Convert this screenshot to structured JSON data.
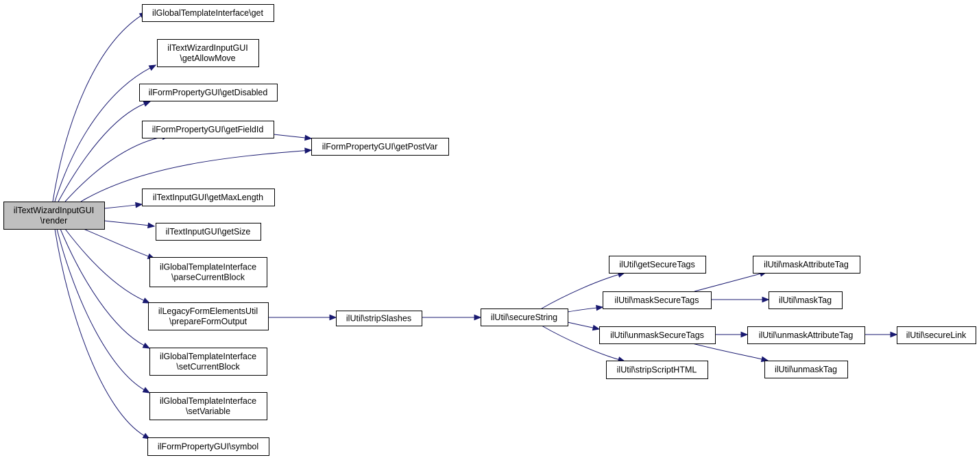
{
  "nodes": [
    {
      "id": "render",
      "lines": [
        "ilTextWizardInputGUI",
        "\\render"
      ],
      "root": true
    },
    {
      "id": "gti_get",
      "lines": [
        "ilGlobalTemplateInterface\\get"
      ]
    },
    {
      "id": "getAllowMove",
      "lines": [
        "ilTextWizardInputGUI",
        "\\getAllowMove"
      ]
    },
    {
      "id": "getDisabled",
      "lines": [
        "ilFormPropertyGUI\\getDisabled"
      ]
    },
    {
      "id": "getFieldId",
      "lines": [
        "ilFormPropertyGUI\\getFieldId"
      ]
    },
    {
      "id": "getPostVar",
      "lines": [
        "ilFormPropertyGUI\\getPostVar"
      ]
    },
    {
      "id": "getMaxLength",
      "lines": [
        "ilTextInputGUI\\getMaxLength"
      ]
    },
    {
      "id": "getSize",
      "lines": [
        "ilTextInputGUI\\getSize"
      ]
    },
    {
      "id": "parseCurrentBlock",
      "lines": [
        "ilGlobalTemplateInterface",
        "\\parseCurrentBlock"
      ]
    },
    {
      "id": "prepareFormOutput",
      "lines": [
        "ilLegacyFormElementsUtil",
        "\\prepareFormOutput"
      ]
    },
    {
      "id": "setCurrentBlock",
      "lines": [
        "ilGlobalTemplateInterface",
        "\\setCurrentBlock"
      ]
    },
    {
      "id": "setVariable",
      "lines": [
        "ilGlobalTemplateInterface",
        "\\setVariable"
      ]
    },
    {
      "id": "symbol",
      "lines": [
        "ilFormPropertyGUI\\symbol"
      ]
    },
    {
      "id": "stripSlashes",
      "lines": [
        "ilUtil\\stripSlashes"
      ]
    },
    {
      "id": "secureString",
      "lines": [
        "ilUtil\\secureString"
      ]
    },
    {
      "id": "getSecureTags",
      "lines": [
        "ilUtil\\getSecureTags"
      ]
    },
    {
      "id": "maskSecureTags",
      "lines": [
        "ilUtil\\maskSecureTags"
      ]
    },
    {
      "id": "unmaskSecureTags",
      "lines": [
        "ilUtil\\unmaskSecureTags"
      ]
    },
    {
      "id": "stripScriptHTML",
      "lines": [
        "ilUtil\\stripScriptHTML"
      ]
    },
    {
      "id": "maskAttributeTag",
      "lines": [
        "ilUtil\\maskAttributeTag"
      ]
    },
    {
      "id": "maskTag",
      "lines": [
        "ilUtil\\maskTag"
      ]
    },
    {
      "id": "unmaskAttributeTag",
      "lines": [
        "ilUtil\\unmaskAttributeTag"
      ]
    },
    {
      "id": "unmaskTag",
      "lines": [
        "ilUtil\\unmaskTag"
      ]
    },
    {
      "id": "secureLink",
      "lines": [
        "ilUtil\\secureLink"
      ]
    }
  ],
  "edges": [
    [
      "render",
      "gti_get"
    ],
    [
      "render",
      "getAllowMove"
    ],
    [
      "render",
      "getDisabled"
    ],
    [
      "render",
      "getFieldId"
    ],
    [
      "render",
      "getPostVar"
    ],
    [
      "render",
      "getMaxLength"
    ],
    [
      "render",
      "getSize"
    ],
    [
      "render",
      "parseCurrentBlock"
    ],
    [
      "render",
      "prepareFormOutput"
    ],
    [
      "render",
      "setCurrentBlock"
    ],
    [
      "render",
      "setVariable"
    ],
    [
      "render",
      "symbol"
    ],
    [
      "getFieldId",
      "getPostVar"
    ],
    [
      "prepareFormOutput",
      "stripSlashes"
    ],
    [
      "stripSlashes",
      "secureString"
    ],
    [
      "secureString",
      "getSecureTags"
    ],
    [
      "secureString",
      "maskSecureTags"
    ],
    [
      "secureString",
      "unmaskSecureTags"
    ],
    [
      "secureString",
      "stripScriptHTML"
    ],
    [
      "maskSecureTags",
      "maskAttributeTag"
    ],
    [
      "maskSecureTags",
      "maskTag"
    ],
    [
      "unmaskSecureTags",
      "unmaskAttributeTag"
    ],
    [
      "unmaskSecureTags",
      "unmaskTag"
    ],
    [
      "unmaskAttributeTag",
      "secureLink"
    ]
  ]
}
